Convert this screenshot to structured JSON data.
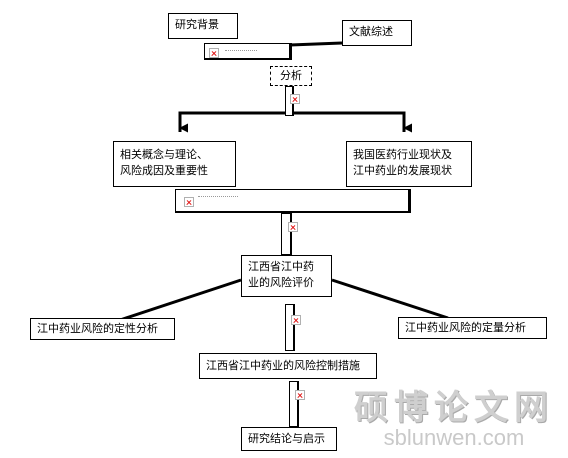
{
  "nodes": {
    "background": "研究背景",
    "review": "文献综述",
    "analysis": "分析",
    "concepts": "相关概念与理论、\n风险成因及重要性",
    "industry": "我国医药行业现状及\n江中药业的发展现状",
    "evaluation": "江西省江中药\n业的风险评价",
    "qualitative": "江中药业风险的定性分析",
    "quantitative": "江中药业风险的定量分析",
    "measures": "江西省江中药业的风险控制措施",
    "conclusion": "研究结论与启示"
  },
  "watermark": {
    "chinese": "硕博论文网",
    "english": "sblunwen.com"
  },
  "colors": {
    "line": "#000000",
    "broken_image_mark": "#e01010",
    "watermark": "#c7c7c7"
  }
}
